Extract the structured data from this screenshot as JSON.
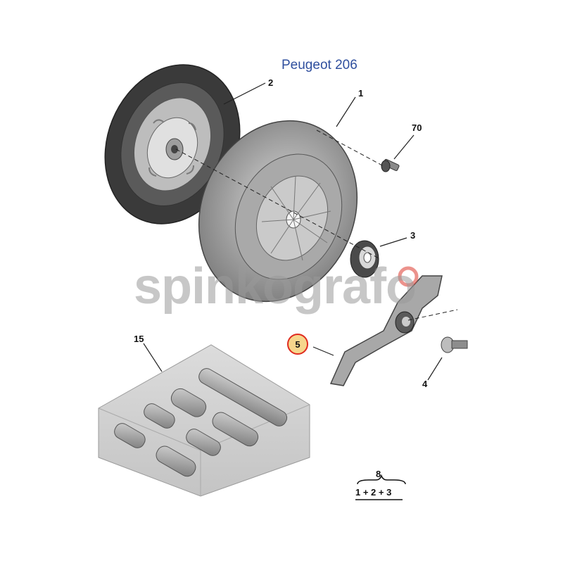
{
  "title": "Peugeot 206",
  "callouts": {
    "c1": "1",
    "c2": "2",
    "c3": "3",
    "c4": "4",
    "c5": "5",
    "c15": "15",
    "c70": "70"
  },
  "kit": {
    "label": "8",
    "formula": "1 + 2 + 3"
  },
  "watermark": "spinkografo",
  "colors": {
    "title": "#2f4f9e",
    "highlight_fill": "#f6d68c",
    "highlight_ring": "#e02b1f",
    "part_grey": "#8c8c8c"
  }
}
